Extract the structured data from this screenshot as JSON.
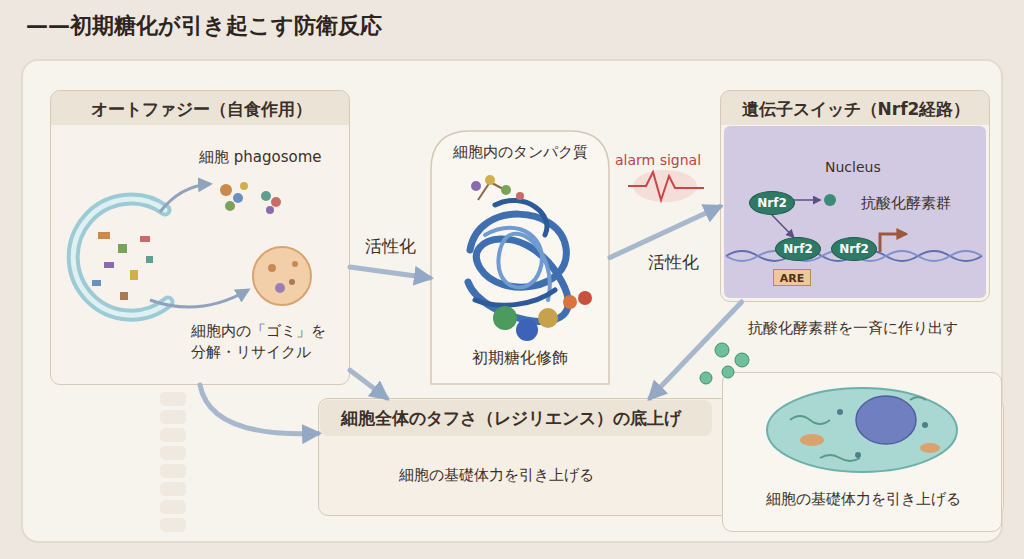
{
  "diagram": {
    "title": "——初期糖化が引き起こす防衛反応",
    "nodes": [
      {
        "text": [
          "オートファジー（自食作用）",
          "細胞 phagosome",
          "細胞内の「ゴミ」を 分解・リサイクル"
        ]
      },
      {
        "text": [
          "細胞内のタンパク質",
          "初期糖化修飾"
        ]
      },
      {
        "text": [
          "遺伝子スイッチ（Nrf2経路）",
          "Nucleus",
          "抗酸化酵素群"
        ]
      },
      {
        "text": [
          "Nrf2"
        ],
        "in": 2
      },
      {
        "text": [
          "Nrf2"
        ],
        "in": 2
      },
      {
        "text": [
          "Nrf2"
        ],
        "in": 2
      },
      {
        "text": [
          "ARE"
        ],
        "in": 2
      },
      {
        "text": [
          "細胞全体のタフさ（レジリエンス）の底上げ",
          "細胞の基礎体力を引き上げる"
        ]
      },
      {
        "text": [
          "細胞の基礎体力を引き上げる"
        ]
      }
    ],
    "edges": [
      {
        "from": 0,
        "to": 1,
        "label": "活性化",
        "arrow": "to"
      },
      {
        "from": 1,
        "to": 2,
        "label": "活性化",
        "arrow": "to"
      },
      {
        "from": 0,
        "to": 7,
        "arrow": "to"
      },
      {
        "from": 0,
        "to": 7,
        "arrow": "to"
      },
      {
        "from": 2,
        "to": 7,
        "arrow": "to"
      },
      {
        "from": 3,
        "to": 4,
        "arrow": "to"
      }
    ],
    "labels": [
      "alarm signal",
      "抗酸化酵素群を一斉に作り出す"
    ]
  }
}
